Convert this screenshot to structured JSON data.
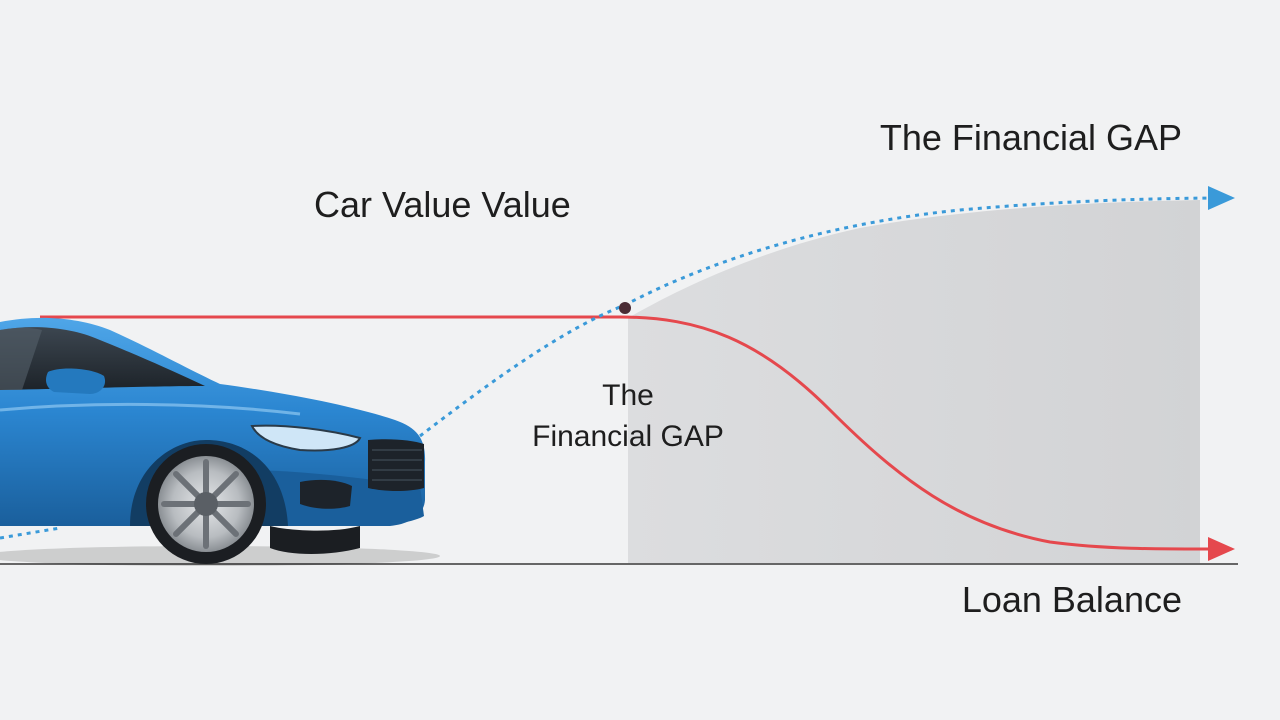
{
  "labels": {
    "financial_gap_top": "The Financial GAP",
    "car_value": "Car Value Value",
    "financial_gap_center_line1": "The",
    "financial_gap_center_line2": "Financial GAP",
    "loan_balance": "Loan Balance"
  },
  "colors": {
    "background": "#f1f2f3",
    "car_value_line": "#3a9ad9",
    "loan_balance_line": "#e5484d",
    "gap_area": "#d8d9db",
    "baseline": "#666666",
    "intersection_dot": "#4a2c34",
    "car_body": "#2b86d1"
  },
  "icons": {
    "car": "car-illustration"
  }
}
